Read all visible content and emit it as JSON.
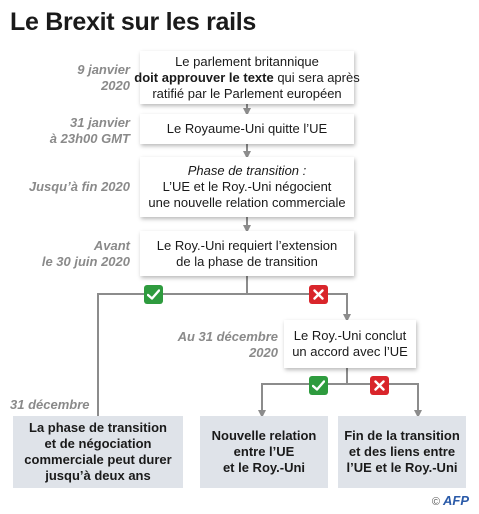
{
  "title": "Le Brexit sur les rails",
  "steps": [
    {
      "date": [
        "9 janvier",
        "2020"
      ],
      "text": [
        {
          "parts": [
            {
              "t": "Le parlement britannique",
              "b": false
            }
          ]
        },
        {
          "parts": [
            {
              "t": "doit approuver le texte",
              "b": true
            },
            {
              "t": " qui sera après",
              "b": false
            }
          ]
        },
        {
          "parts": [
            {
              "t": "ratifié par le Parlement européen",
              "b": false
            }
          ]
        }
      ]
    },
    {
      "date": [
        "31 janvier",
        "à 23h00 GMT"
      ],
      "text": [
        {
          "parts": [
            {
              "t": "Le Royaume-Uni quitte l’UE",
              "b": false
            }
          ]
        }
      ]
    },
    {
      "date": [
        "Jusqu’à fin 2020"
      ],
      "text": [
        {
          "parts": [
            {
              "t": "Phase de transition :",
              "b": false,
              "i": true
            }
          ]
        },
        {
          "parts": [
            {
              "t": "L’UE et le Roy.-Uni négocient",
              "b": false
            }
          ]
        },
        {
          "parts": [
            {
              "t": "une nouvelle relation commerciale",
              "b": false
            }
          ]
        }
      ]
    },
    {
      "date": [
        "Avant",
        "le 30 juin 2020"
      ],
      "text": [
        {
          "parts": [
            {
              "t": "Le Roy.-Uni requiert l’extension",
              "b": false
            }
          ]
        },
        {
          "parts": [
            {
              "t": "de la phase de transition",
              "b": false
            }
          ]
        }
      ]
    },
    {
      "date": [
        "Au 31 décembre",
        "2020"
      ],
      "text": [
        {
          "parts": [
            {
              "t": "Le Roy.-Uni conclut",
              "b": false
            }
          ]
        },
        {
          "parts": [
            {
              "t": "un accord avec l’UE",
              "b": false
            }
          ]
        }
      ]
    }
  ],
  "date_31_dec": "31 décembre",
  "outcomes": [
    [
      "La phase de transition",
      "et de négociation",
      "commerciale peut durer",
      "jusqu’à deux ans"
    ],
    [
      "Nouvelle relation",
      "entre l’UE",
      "et le Roy.-Uni"
    ],
    [
      "Fin de la transition",
      "et des liens entre",
      "l’UE et le Roy.-Uni"
    ]
  ],
  "badges": {
    "yes": "check-icon",
    "no": "cross-icon"
  },
  "colors": {
    "yes": "#2e9b3e",
    "no": "#d9252b",
    "date": "#8a8a8a",
    "outcome_bg": "#dfe3e9",
    "line": "#8c8c8c"
  },
  "credit": {
    "symbol": "©",
    "brand": "AFP"
  }
}
